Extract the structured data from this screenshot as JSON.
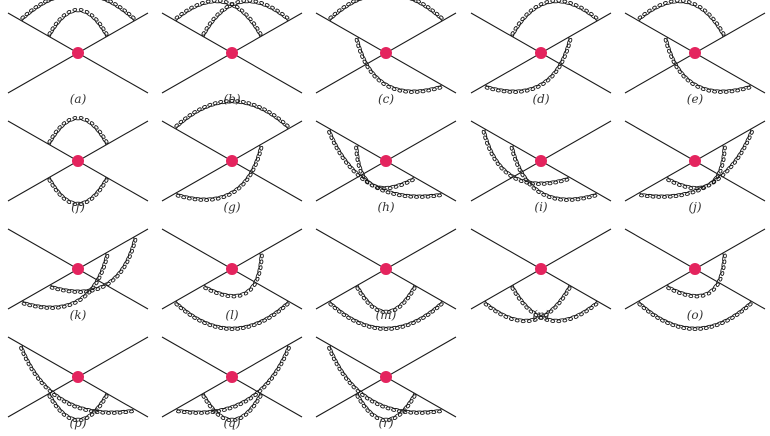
{
  "style": {
    "line_color": "#1a1a1a",
    "vertex_color": "#e4245e",
    "background": "#ffffff"
  },
  "diagrams": [
    {
      "label": "(a)",
      "gluons": [
        {
          "from": "a1",
          "to": "b1",
          "style": "arc"
        },
        {
          "from": "a2",
          "to": "b2",
          "style": "arc"
        }
      ]
    },
    {
      "label": "(b)",
      "gluons": [
        {
          "from": "a1",
          "to": "b2",
          "style": "arc"
        },
        {
          "from": "a2",
          "to": "b1",
          "style": "arc"
        }
      ]
    },
    {
      "label": "(c)",
      "gluons": [
        {
          "from": "a1",
          "to": "b1",
          "style": "arc"
        },
        {
          "from": "a2",
          "to": "d1",
          "style": "arc"
        }
      ]
    },
    {
      "label": "(d)",
      "gluons": [
        {
          "from": "a2",
          "to": "b1",
          "style": "arc"
        },
        {
          "from": "c1",
          "to": "b2",
          "style": "arc"
        }
      ]
    },
    {
      "label": "(e)",
      "gluons": [
        {
          "from": "a1",
          "to": "b2",
          "style": "arc"
        },
        {
          "from": "a2",
          "to": "d1",
          "style": "arc"
        }
      ]
    },
    {
      "label": "(f)",
      "gluons": [
        {
          "from": "a2",
          "to": "b2",
          "style": "arc"
        },
        {
          "from": "c2",
          "to": "d2",
          "style": "arc"
        }
      ]
    },
    {
      "label": "(g)",
      "gluons": [
        {
          "from": "c1",
          "to": "b2",
          "style": "arc"
        },
        {
          "from": "a1",
          "to": "b1",
          "style": "arc"
        }
      ]
    },
    {
      "label": "(h)",
      "gluons": [
        {
          "from": "a1",
          "to": "d1",
          "style": "arc"
        },
        {
          "from": "a2",
          "to": "d2",
          "style": "arc"
        }
      ]
    },
    {
      "label": "(i)",
      "gluons": [
        {
          "from": "a1",
          "to": "d2",
          "style": "arc"
        },
        {
          "from": "a2",
          "to": "d1",
          "style": "arc"
        }
      ]
    },
    {
      "label": "(j)",
      "gluons": [
        {
          "from": "c1",
          "to": "b1",
          "style": "arc"
        },
        {
          "from": "c2",
          "to": "b2",
          "style": "arc"
        }
      ]
    },
    {
      "label": "(k)",
      "gluons": [
        {
          "from": "c1",
          "to": "b2",
          "style": "arc"
        },
        {
          "from": "c2",
          "to": "b1",
          "style": "arc"
        }
      ]
    },
    {
      "label": "(l)",
      "gluons": [
        {
          "from": "c1",
          "to": "d1",
          "style": "arc"
        },
        {
          "from": "c2",
          "to": "b2",
          "style": "arc"
        }
      ]
    },
    {
      "label": "(m)",
      "gluons": [
        {
          "from": "c1",
          "to": "d1",
          "style": "arc"
        },
        {
          "from": "c2",
          "to": "d2",
          "style": "arc"
        }
      ]
    },
    {
      "label": "(n)",
      "gluons": [
        {
          "from": "c1",
          "to": "d2",
          "style": "arc"
        },
        {
          "from": "c2",
          "to": "d1",
          "style": "arc"
        }
      ]
    },
    {
      "label": "(o)",
      "gluons": [
        {
          "from": "c1",
          "to": "d1",
          "style": "arc"
        },
        {
          "from": "c2",
          "to": "b2",
          "style": "arc"
        }
      ]
    },
    {
      "label": "(p)",
      "gluons": [
        {
          "from": "a1",
          "to": "d1",
          "style": "arc"
        },
        {
          "from": "c2",
          "to": "d2",
          "style": "arc"
        }
      ]
    },
    {
      "label": "(q)",
      "gluons": [
        {
          "from": "c1",
          "to": "b1",
          "style": "arc"
        },
        {
          "from": "c2",
          "to": "d2",
          "style": "arc"
        }
      ]
    },
    {
      "label": "(r)",
      "gluons": [
        {
          "from": "a1",
          "to": "d1",
          "style": "arc"
        },
        {
          "from": "c2",
          "to": "d2",
          "style": "arc"
        }
      ]
    }
  ]
}
